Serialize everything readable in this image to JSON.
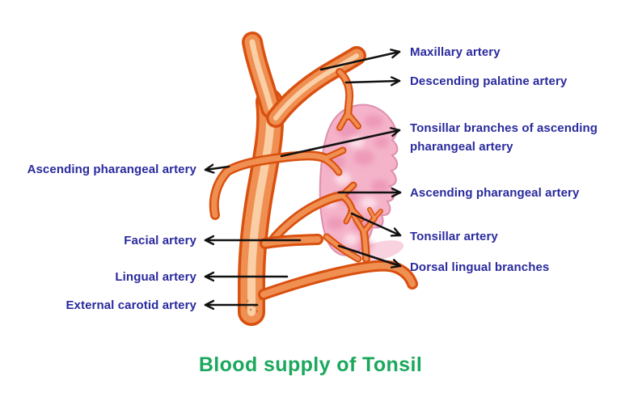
{
  "diagram": {
    "title": "Blood supply of Tonsil",
    "labels_right": [
      {
        "text": "Maxillary artery"
      },
      {
        "text": "Descending palatine artery"
      },
      {
        "text": "Tonsillar branches of ascending pharangeal artery"
      },
      {
        "text": "Ascending pharangeal artery"
      },
      {
        "text": "Tonsillar artery"
      },
      {
        "text": "Dorsal lingual branches"
      }
    ],
    "labels_left": [
      {
        "text": "Ascending pharangeal artery"
      },
      {
        "text": "Facial artery"
      },
      {
        "text": "Lingual artery"
      },
      {
        "text": "External carotid artery"
      }
    ],
    "colors": {
      "artery_outline": "#d9500f",
      "artery_fill": "#f08f52",
      "artery_highlight": "#fbd6ae",
      "tonsil_fill": "#f4b3c9",
      "tonsil_spot_dark": "#e989ae",
      "tonsil_spot_light": "#fde3ec",
      "tonsil_outline": "#dd8fae",
      "label_blue": "#2a2a9e",
      "title_green": "#1aa85c",
      "arrow_black": "#111111",
      "background": "#ffffff"
    }
  }
}
